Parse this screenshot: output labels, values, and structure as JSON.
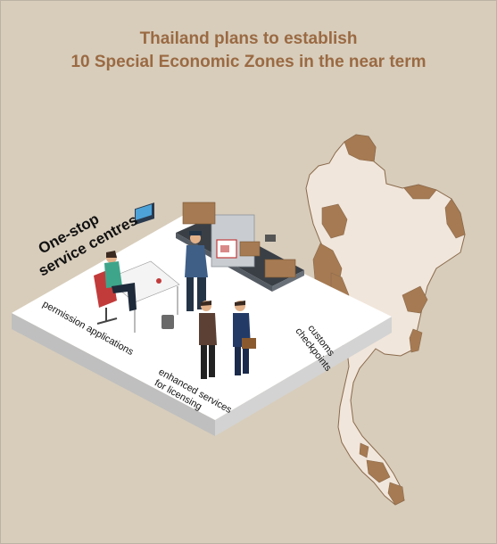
{
  "title": {
    "line1": "Thailand plans to establish",
    "line2": "10 Special Economic Zones in the near term"
  },
  "platform": {
    "heading_line1": "One-stop",
    "heading_line2": "service centres",
    "label_permission": "permission applications",
    "label_licensing_line1": "enhanced services",
    "label_licensing_line2": "for licensing",
    "label_customs_line1": "customs",
    "label_customs_line2": "checkpoints"
  },
  "colors": {
    "background": "#d8cdbb",
    "title": "#9a6a43",
    "map_land": "#f1e6db",
    "map_zone": "#a67a52",
    "platform_top": "#ffffff",
    "platform_side": "#c9c9c9"
  }
}
